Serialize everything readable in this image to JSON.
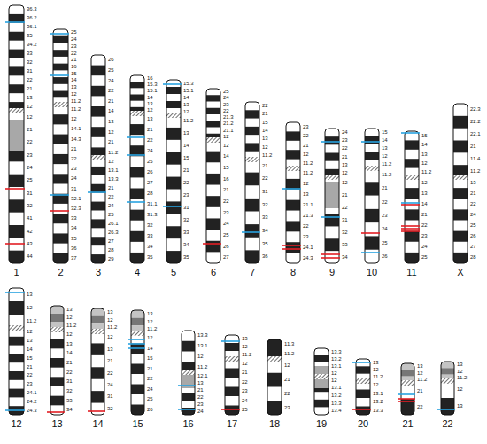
{
  "diagram": {
    "labels": [
      "36.3",
      "36.2",
      "36.1",
      "35",
      "34.2",
      "33",
      "32",
      "31",
      "22",
      "21",
      "13",
      "12",
      "12",
      "21",
      "22",
      "23",
      "24",
      "25",
      "31",
      "32",
      "41",
      "42",
      "43",
      "44",
      "1",
      "25",
      "24",
      "23",
      "22",
      "21",
      "16",
      "15",
      "14",
      "13",
      "12",
      "11.2",
      "11.2",
      "12",
      "14.1",
      "14.3",
      "21",
      "22",
      "23",
      "24",
      "31",
      "32.1",
      "32.3",
      "33",
      "34",
      "35",
      "36",
      "37",
      "2",
      "26",
      "25",
      "24",
      "22",
      "21",
      "14",
      "13",
      "12",
      "21",
      "11.2",
      "12",
      "13.1",
      "13.3",
      "21",
      "22",
      "24",
      "25",
      "26.1",
      "26.3",
      "27",
      "28",
      "29",
      "3",
      "16",
      "15.3",
      "15.1",
      "14",
      "13",
      "12",
      "13",
      "21",
      "22",
      "24",
      "25",
      "26",
      "27",
      "28",
      "31.1",
      "31.3",
      "32",
      "33",
      "34",
      "35",
      "4",
      "15.3",
      "15.1",
      "14",
      "13",
      "12",
      "11.2",
      "13",
      "14",
      "15",
      "21",
      "22",
      "23",
      "31",
      "32",
      "33",
      "34",
      "35",
      "5",
      "25",
      "24",
      "23",
      "22",
      "21.3",
      "21.2",
      "21.1",
      "12",
      "12",
      "14",
      "15",
      "16",
      "21",
      "22",
      "23",
      "24",
      "25",
      "26",
      "27",
      "6",
      "22",
      "21",
      "15",
      "14",
      "13",
      "12",
      "11.2",
      "21",
      "22",
      "31",
      "32",
      "33",
      "34",
      "35",
      "36",
      "7",
      "23",
      "22",
      "21",
      "12",
      "11.2",
      "11.2",
      "12",
      "13",
      "21.1",
      "21.3",
      "22",
      "23",
      "24.1",
      "24.3",
      "8",
      "24",
      "23",
      "22",
      "21",
      "13",
      "12",
      "12",
      "21",
      "22",
      "31",
      "32",
      "33",
      "34",
      "9",
      "15",
      "14",
      "13",
      "12",
      "11.2",
      "11.2",
      "21",
      "22",
      "23",
      "24",
      "25",
      "26",
      "10",
      "15",
      "14",
      "13",
      "12",
      "11.2",
      "12",
      "13",
      "14",
      "21",
      "22",
      "23",
      "24",
      "25",
      "11",
      "22.3",
      "22.2",
      "22.1",
      "21",
      "11.4",
      "11.2",
      "13",
      "21",
      "22",
      "24",
      "25",
      "26",
      "27",
      "28",
      "X",
      "13",
      "12",
      "11.2",
      "12",
      "13",
      "14",
      "15",
      "21",
      "22",
      "23",
      "24.1",
      "24.2",
      "24.3",
      "12",
      "13",
      "12",
      "11.2",
      "12",
      "13",
      "14",
      "21",
      "22",
      "31",
      "32",
      "33",
      "34",
      "13",
      "13",
      "12",
      "11.2",
      "12",
      "13",
      "21",
      "22",
      "24",
      "31",
      "32",
      "14",
      "13",
      "12",
      "11.2",
      "12",
      "14",
      "15",
      "21",
      "22",
      "24",
      "25",
      "26",
      "15",
      "13.3",
      "13.1",
      "12",
      "11.2",
      "12.1",
      "13",
      "21",
      "22",
      "23",
      "24",
      "16",
      "13",
      "12",
      "11.2",
      "12",
      "21",
      "22",
      "23",
      "24",
      "25",
      "17",
      "11.3",
      "11.2",
      "12",
      "21",
      "22",
      "23",
      "18",
      "13.3",
      "13.2",
      "13.1",
      "12",
      "12",
      "13.1",
      "13.2",
      "13.3",
      "13.4",
      "19",
      "13",
      "12",
      "11.2",
      "12",
      "13.1",
      "13.2",
      "13.3",
      "20",
      "13",
      "12",
      "11.2",
      "21",
      "22",
      "21",
      "13",
      "12",
      "11.2",
      "12",
      "13",
      "22"
    ]
  }
}
